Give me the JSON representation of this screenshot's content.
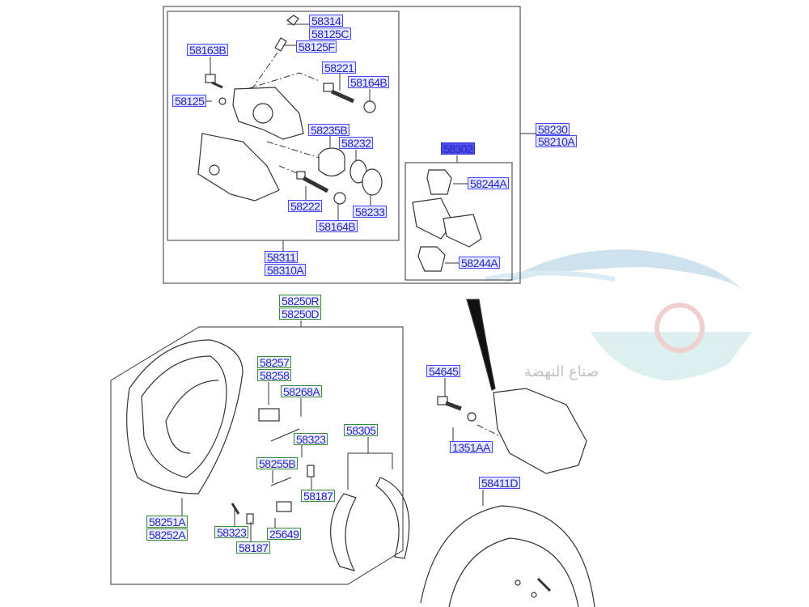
{
  "caliper_assembly": {
    "labels": [
      "58314",
      "58125C",
      "58125F",
      "58163B",
      "58221",
      "58164B",
      "58125",
      "58235B",
      "58232",
      "58222",
      "58233",
      "58164B",
      "58311",
      "58310A"
    ]
  },
  "caliper_kit": {
    "labels": [
      "58230",
      "58210A"
    ]
  },
  "pad_set": {
    "labels": [
      "58302",
      "58244A",
      "58244A"
    ],
    "highlight_color": "#4d4df2"
  },
  "parking_brake": {
    "labels": [
      "58250R",
      "58250D",
      "58257",
      "58258",
      "58268A",
      "58323",
      "58305",
      "58255B",
      "58187",
      "58251A",
      "58252A",
      "58323",
      "25649",
      "58187"
    ]
  },
  "caliper_mount": {
    "labels": [
      "54645",
      "1351AA"
    ]
  },
  "disc": {
    "labels": [
      "58411D"
    ]
  },
  "watermark": {
    "text": "صناع النهضة",
    "colors": [
      "#9fc6de",
      "#bfe0e0"
    ]
  },
  "colors": {
    "blue_label_border": "#4848ff",
    "green_label_border": "#3b8a3b",
    "label_text": "#2626c8"
  }
}
